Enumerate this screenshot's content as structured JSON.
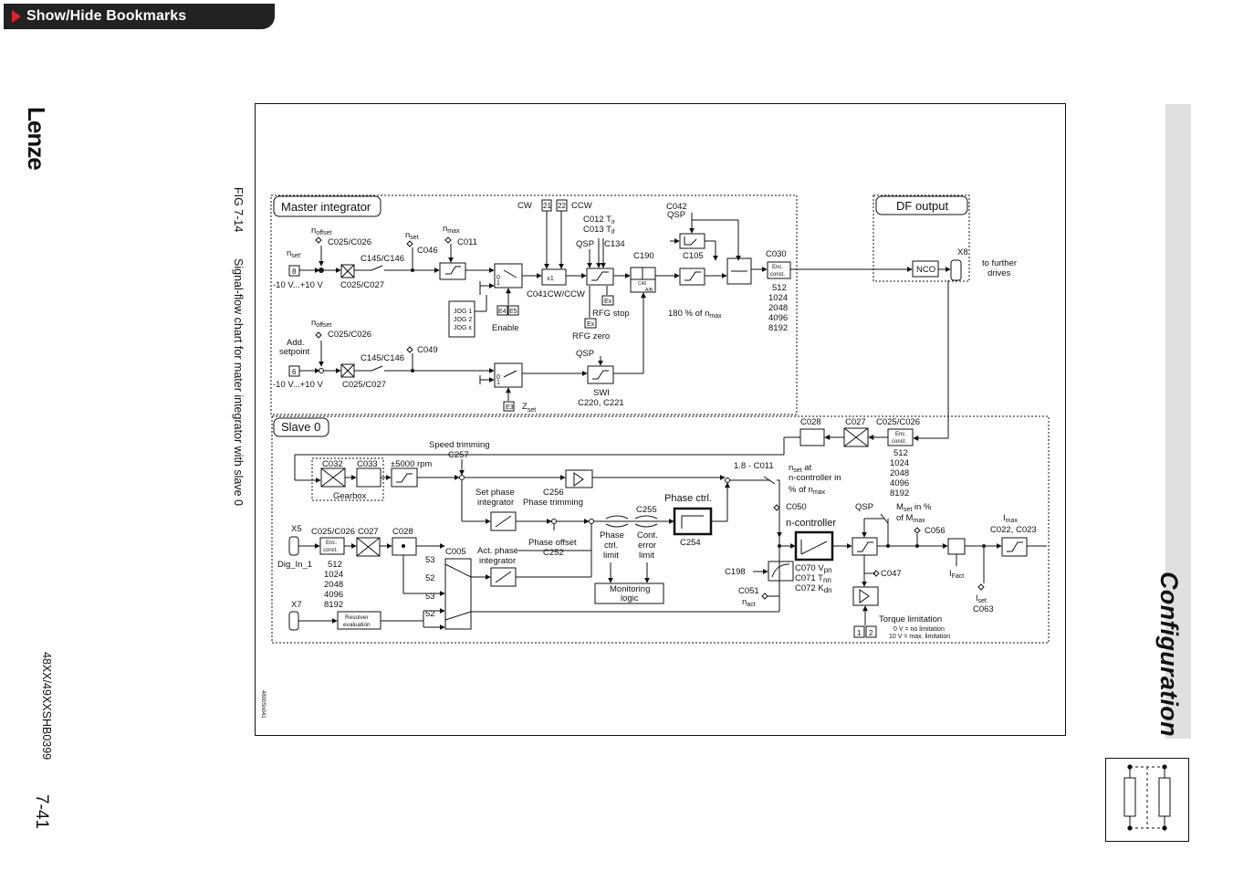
{
  "toolbar": {
    "bookmarks_button": "Show/Hide Bookmarks"
  },
  "brand": {
    "logo": "Lenze"
  },
  "figure": {
    "number": "FIG 7-14",
    "caption": "Signal-flow chart for mater integrator with slave 0",
    "code": "4800Sn041"
  },
  "footer": {
    "doc_number": "48XX/49XXSHB0399",
    "page": "7-41"
  },
  "sidebar": {
    "section": "Configuration"
  },
  "diagram": {
    "master": {
      "title": "Master integrator",
      "n_offset": "n",
      "n_offset_sub": "offset",
      "c025_026": "C025/C026",
      "n_set_prime": "n",
      "n_set_prime_sub": "set'",
      "n_set": "n",
      "n_set_sub": "set",
      "n_max": "n",
      "n_max_sub": "max",
      "c046": "C046",
      "c011": "C011",
      "terminal_8": "8",
      "range": "-10 V...+10 V",
      "c145_146": "C145/C146",
      "c025_027": "C025/C027",
      "jog1": "JOG 1",
      "jog2": "JOG 2",
      "jogx": "JOG x",
      "e4": "E4",
      "e5": "E5",
      "enable": "Enable",
      "cw": "CW",
      "ccw": "CCW",
      "t21": "21",
      "t22": "22",
      "c012": "C012 T",
      "c012_sub": "ir",
      "c013": "C013 T",
      "c013_sub": "if",
      "qsp": "QSP",
      "c134": "C134",
      "c190": "C190",
      "c041": "C041CW/CCW",
      "pm1": "±1",
      "ex": "Ex",
      "rfg_stop": "RFG stop",
      "rfg_zero": "RFG zero",
      "c042": "C042",
      "c105": "C105",
      "pct180": "180 % of n",
      "pct180_sub": "max",
      "c030": "C030",
      "enc_const": "Enc. const.",
      "enc_values": [
        "512",
        "1024",
        "2048",
        "4096",
        "8192"
      ],
      "add_setpoint_1": "Add.",
      "add_setpoint_2": "setpoint",
      "terminal_6": "6",
      "c049": "C049",
      "swi": "SWI",
      "c220": "C220, C221",
      "e3": "E3",
      "z_set": "Z",
      "z_set_sub": "set",
      "sel_0": "0",
      "sel_1": "1",
      "c190_small_a": "C46",
      "c190_small_b": "A/B"
    },
    "df": {
      "title": "DF output",
      "x8": "X8",
      "nco": "NCO",
      "further_1": "to further",
      "further_2": "drives"
    },
    "slave": {
      "title": "Slave 0",
      "c028": "C028",
      "c027": "C027",
      "c025_026": "C025/C026",
      "enc_const": "Enc. const.",
      "enc_values": [
        "512",
        "1024",
        "2048",
        "4096",
        "8192"
      ],
      "speed_trimming": "Speed trimming",
      "c257": "C257",
      "c032": "C032",
      "c033": "C033",
      "rpm": "±5000 rpm",
      "gearbox": "Gearbox",
      "set_phase_1": "Set phase",
      "set_phase_2": "integrator",
      "c256": "C256",
      "phase_trimming": "Phase trimming",
      "phase_ctrl": "Phase ctrl.",
      "c254": "C254",
      "c255": "C255",
      "phase_ctrl_limit_1": "Phase",
      "phase_ctrl_limit_2": "ctrl.",
      "phase_ctrl_limit_3": "limit",
      "cont_error_1": "Cont.",
      "cont_error_2": "error",
      "cont_error_3": "limit",
      "monitoring_1": "Monitoring",
      "monitoring_2": "logic",
      "phase_offset": "Phase offset",
      "c252": "C252",
      "act_phase_1": "Act. phase",
      "act_phase_2": "integrator",
      "x5": "X5",
      "dig_in": "Dig_In_1",
      "x7": "X7",
      "resolver_1": "Resolver",
      "resolver_2": "evaluation",
      "c005": "C005",
      "v53": "53",
      "v52": "52",
      "c011": "1.8 · C011",
      "nset_at_1": "n",
      "nset_at_1_sub": "set",
      "nset_at_1b": " at",
      "nset_at_2": "n-controller in",
      "nset_at_3": "% of n",
      "nset_at_3_sub": "max",
      "c050": "C050",
      "n_controller": "n-controller",
      "qsp": "QSP",
      "mset": "M",
      "mset_sub": "set",
      "mset_b": "  in %",
      "of_m": "of M",
      "of_m_sub": "max",
      "c056": "C056",
      "imax": "I",
      "imax_sub": "max",
      "c022": "C022, C023",
      "c198": "C198",
      "c051": "C051",
      "nact": "n",
      "nact_sub": "act",
      "c070": "C070 V",
      "c070_sub": "pn",
      "c071": "C071 T",
      "c071_sub": "nn",
      "c072": "C072 K",
      "c072_sub": "dn",
      "c047": "C047",
      "ifact": "I",
      "ifact_sub": "Fact",
      "iset": "I",
      "iset_sub": "set",
      "c063": "C063",
      "torque": "Torque limitation",
      "t1": "1",
      "t2": "2",
      "tl_note_1": "0 V = no limitation",
      "tl_note_2": "10 V = max. limitation"
    }
  }
}
